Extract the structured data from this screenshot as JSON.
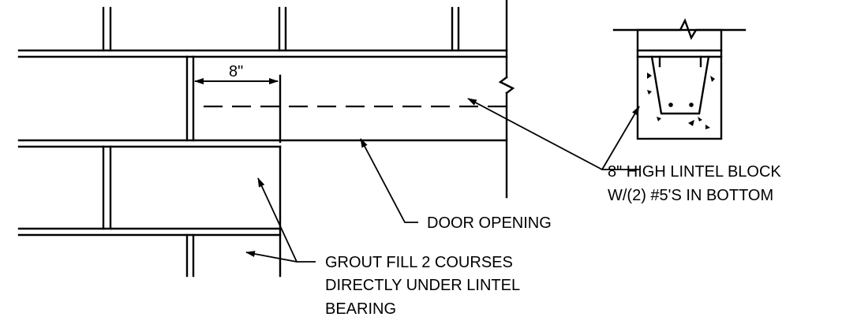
{
  "dimension": {
    "label": "8\""
  },
  "callouts": {
    "lintel_block": {
      "line1": "8\" HIGH LINTEL BLOCK",
      "line2": "W/(2) #5'S IN BOTTOM"
    },
    "door_opening": {
      "line1": "DOOR OPENING"
    },
    "grout_fill": {
      "line1": "GROUT FILL 2 COURSES",
      "line2": "DIRECTLY UNDER LINTEL",
      "line3": "BEARING"
    }
  },
  "colors": {
    "line": "#000000",
    "background": "#ffffff"
  }
}
